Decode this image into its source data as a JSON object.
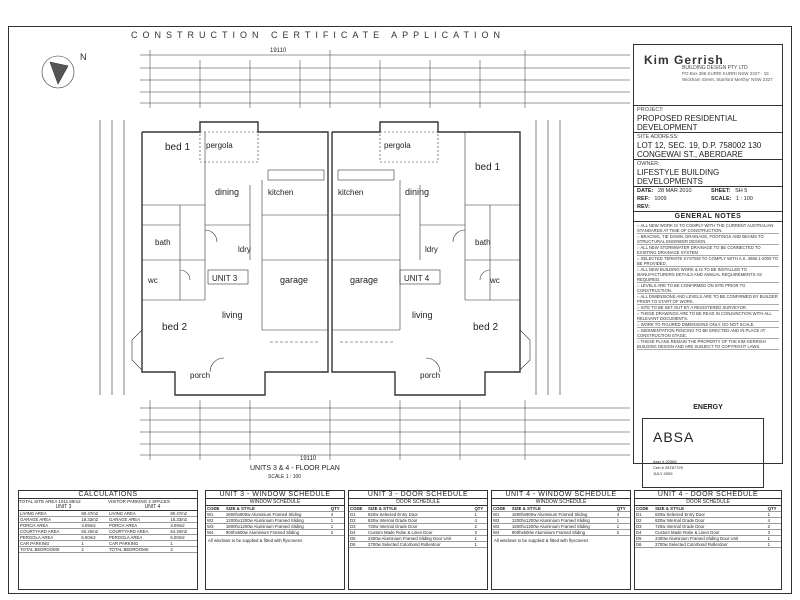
{
  "header": "CONSTRUCTION CERTIFICATE APPLICATION",
  "title_block": {
    "company_name": "Kim Gerrish",
    "company_sub": "BUILDING DESIGN PTY LTD",
    "company_addr": "PO Box 386 KURRI KURRI NSW 2327 · 15 Wickham Street, Stanford Merthyr NSW 2327",
    "project_label": "PROJECT:",
    "project": "PROPOSED RESIDENTIAL DEVELOPMENT",
    "site_label": "SITE ADDRESS:",
    "site": "LOT 12, SEC. 19, D.P. 758002 130 CONGEWAI ST., ABERDARE",
    "owner_label": "OWNER:",
    "owner": "LIFESTYLE BUILDING DEVELOPMENTS",
    "ref_label": "REF:",
    "ref": "1009",
    "date_label": "DATE:",
    "date": "28 MAR 2010",
    "sheet_label": "SHEET:",
    "sheet": "SH 5",
    "scale_label": "SCALE:",
    "scale": "1 : 100",
    "rev_label": "REV:"
  },
  "general_notes": {
    "title": "GENERAL NOTES",
    "items": [
      "ALL NEW WORK IS TO COMPLY WITH THE CURRENT AUSTRALIAN STANDARDS AT TIME OF CONSTRUCTION.",
      "BRACING, TIE DOWN, DRAINAGE, FOOTINGS AND BEAMS TO STRUCTURAL ENGINEER DESIGN.",
      "ALL NEW STORMWATER DRAINAGE TO BE CONNECTED TO EXISTING DRAINAGE SYSTEM.",
      "SELECTED TERMITE SYSTEM TO COMPLY WITH A.S. 3660.1-2000 TO BE PROVIDED.",
      "ALL NEW BUILDING WORK & IS TO BE INSTALLED TO MANUFACTURERS DETAILS AND ANNUAL REQUIREMENTS AS REQUIRED.",
      "LEVELS ARE TO BE CONFIRMED ON SITE PRIOR TO CONSTRUCTION.",
      "ALL DIMENSIONS AND LEVELS ARE TO BE CONFIRMED BY BUILDER PRIOR TO START OF WORK.",
      "SITE TO BE SET OUT BY A REGISTERED SURVEYOR.",
      "THESE DRAWINGS ARE TO BE READ IN CONJUNCTION WITH ALL RELEVANT DOCUMENTS.",
      "WORK TO FIGURED DIMENSIONS ONLY. DO NOT SCALE.",
      "SEDIMENTATION FENCING TO BE ERECTED AND IN PLACE AT CONSTRUCTION STAGE.",
      "THESE PLANS REMAIN THE PROPERTY OF THE KIM GERRISH BUILDING DESIGN AND ARE SUBJECT TO COPYRIGHT LAWS."
    ]
  },
  "energy": {
    "title": "ENERGY",
    "logo": "ABSA",
    "assessor": "Assr # 20365",
    "cert": "Cert # 28787729",
    "date": "JULY 2009"
  },
  "plan": {
    "title": "UNITS 3 & 4 - FLOOR PLAN",
    "scale": "SCALE 1 : 100",
    "north": "N",
    "overall_width": "19110",
    "rooms": [
      "bed 1",
      "dining",
      "kitchen",
      "bath",
      "ldry",
      "wc",
      "bed 2",
      "living",
      "garage",
      "porch",
      "pergola",
      "UNIT 3",
      "UNIT 4"
    ]
  },
  "calculations": {
    "title": "CALCULATIONS",
    "total_site_area": "TOTAL SITE AREA 1011.58m2",
    "visitor_parking": "VISITOR PARKING 2 SPACES",
    "unit3": {
      "label": "UNIT 3",
      "rows": [
        [
          "LIVING AREA",
          "80.47m2"
        ],
        [
          "GARAGE AREA",
          "18.33m2"
        ],
        [
          "PORCH AREA",
          "3.09m2"
        ],
        [
          "COURTYARD AREA",
          "50.20m2"
        ],
        [
          "PERGOLA AREA",
          "6.00m2"
        ],
        [
          "CAR PARKING",
          "1"
        ],
        [
          "TOTAL BEDROOMS",
          "2"
        ]
      ]
    },
    "unit4": {
      "label": "UNIT 4",
      "rows": [
        [
          "LIVING AREA",
          "80.47m2"
        ],
        [
          "GARAGE AREA",
          "18.33m2"
        ],
        [
          "PORCH AREA",
          "3.09m2"
        ],
        [
          "COURTYARD AREA",
          "54.20m2"
        ],
        [
          "PERGOLA AREA",
          "6.00m2"
        ],
        [
          "CAR PARKING",
          "1"
        ],
        [
          "TOTAL BEDROOMS",
          "2"
        ]
      ]
    }
  },
  "unit3_window": {
    "title": "UNIT 3 - WINDOW SCHEDULE",
    "sub": "WINDOW SCHEDULE",
    "headers": [
      "CODE",
      "SIZE & STYLE",
      "QTY"
    ],
    "rows": [
      [
        "W1",
        "1800hx900w Aluminium Framed Sliding",
        "4"
      ],
      [
        "W2",
        "1200hx1200w Aluminium Framed Sliding",
        "1"
      ],
      [
        "W3",
        "1800hx1200w Aluminium Framed Sliding",
        "1"
      ],
      [
        "W4",
        "900hx600w Aluminium Framed Sliding",
        "2"
      ]
    ],
    "note": "All windows to be supplied & fitted with flyscreens"
  },
  "unit3_door": {
    "title": "UNIT 3 - DOOR SCHEDULE",
    "sub": "DOOR SCHEDULE",
    "headers": [
      "CODE",
      "SIZE & STYLE",
      "QTY"
    ],
    "rows": [
      [
        "D1",
        "820w Selected Entry Door",
        "1"
      ],
      [
        "D2",
        "820w Internal Grade Door",
        "4"
      ],
      [
        "D3",
        "720w Internal Grade Door",
        "2"
      ],
      [
        "D4",
        "Custom Made Robe & Linen Door",
        "3"
      ],
      [
        "D5",
        "2400w Aluminium Framed Sliding Door Unit",
        "1"
      ],
      [
        "D6",
        "2700w Selected Colorbond Rollerdoor",
        "1"
      ]
    ]
  },
  "unit4_window": {
    "title": "UNIT 4 - WINDOW SCHEDULE",
    "sub": "WINDOW SCHEDULE",
    "headers": [
      "CODE",
      "SIZE & STYLE",
      "QTY"
    ],
    "rows": [
      [
        "W1",
        "1800hx900w Aluminium Framed Sliding",
        "4"
      ],
      [
        "W2",
        "1200hx1200w Aluminium Framed Sliding",
        "1"
      ],
      [
        "W3",
        "1800hx1200w Aluminium Framed Sliding",
        "1"
      ],
      [
        "W4",
        "900hx600w Aluminium Framed Sliding",
        "2"
      ]
    ],
    "note": "All windows to be supplied & fitted with flyscreens"
  },
  "unit4_door": {
    "title": "UNIT 4 - DOOR SCHEDULE",
    "sub": "DOOR SCHEDULE",
    "headers": [
      "CODE",
      "SIZE & STYLE",
      "QTY"
    ],
    "rows": [
      [
        "D1",
        "820w Selected Entry Door",
        "1"
      ],
      [
        "D2",
        "820w Internal Grade Door",
        "4"
      ],
      [
        "D3",
        "720w Internal Grade Door",
        "2"
      ],
      [
        "D4",
        "Custom Made Robe & Linen Door",
        "3"
      ],
      [
        "D5",
        "2400w Aluminium Framed Sliding Door Unit",
        "1"
      ],
      [
        "D6",
        "2700w Selected Colorbond Rollerdoor",
        "1"
      ]
    ]
  }
}
